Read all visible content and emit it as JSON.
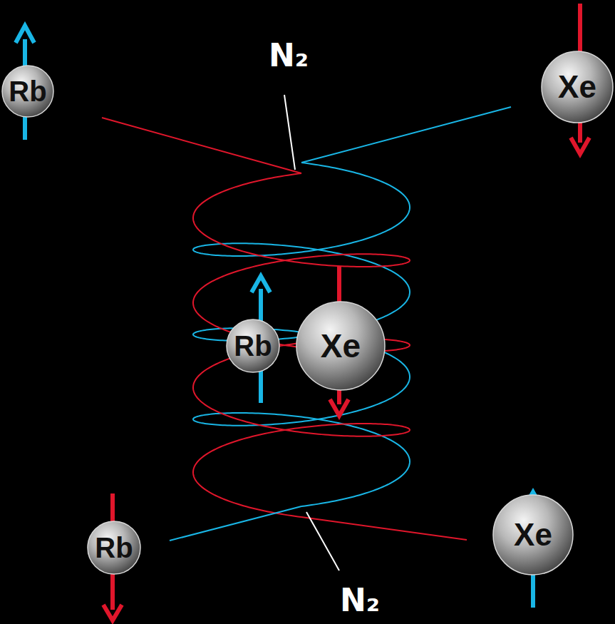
{
  "diagram": {
    "nodes": [
      {
        "text": [
          "Rb"
        ]
      },
      {
        "text": [
          "Xe"
        ]
      },
      {
        "text": [
          "Rb"
        ]
      },
      {
        "text": [
          "Xe"
        ]
      },
      {
        "text": [
          "Rb"
        ]
      },
      {
        "text": [
          "Xe"
        ]
      }
    ],
    "labels": [
      "N₂",
      "N₂"
    ]
  }
}
